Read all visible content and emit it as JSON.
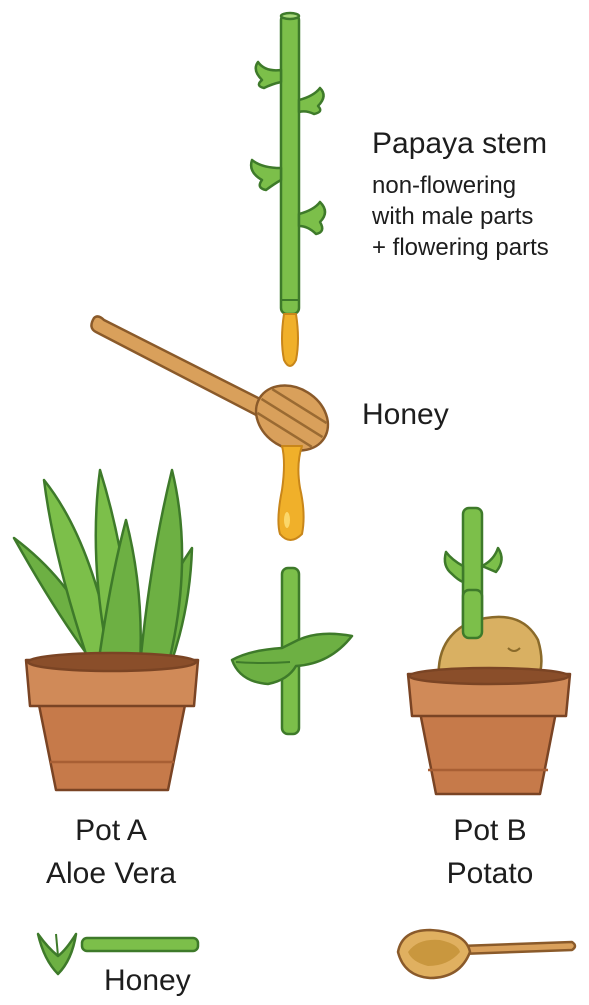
{
  "stem_label": {
    "title": "Papaya stem",
    "lines": [
      "non-flowering",
      "with male parts",
      "+ flowering parts"
    ]
  },
  "honey_label": "Honey",
  "pot_a": {
    "label": "Pot A",
    "plant": "Aloe Vera"
  },
  "pot_b": {
    "label": "Pot B",
    "plant": "Potato"
  },
  "bottom_honey_label": "Honey",
  "colors": {
    "stem_green": "#7cbf4a",
    "stem_outline": "#3e7a2a",
    "aloe_green": "#6db043",
    "honey_gold": "#f0b02a",
    "dipper_tan": "#d9a05b",
    "pot_terracotta": "#c67a4a",
    "potato_tan": "#d9b062"
  }
}
